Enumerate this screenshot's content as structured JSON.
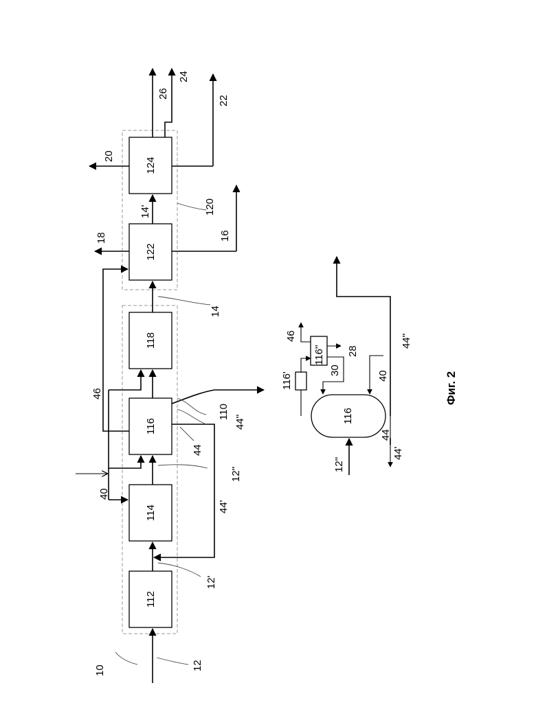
{
  "caption": "Фиг. 2",
  "blocks": {
    "b112": "112",
    "b114": "114",
    "b116": "116",
    "b118": "118",
    "b122": "122",
    "b124": "124",
    "v116": "116",
    "b116p": "116'",
    "b116pp": "116''"
  },
  "labels": {
    "l10": "10",
    "l12": "12",
    "l12p": "12'",
    "l12pp": "12''",
    "l14": "14",
    "l14p": "14'",
    "l16": "16",
    "l18": "18",
    "l20": "20",
    "l22": "22",
    "l24": "24",
    "l26": "26",
    "l40": "40",
    "l44": "44",
    "l44p": "44'",
    "l44pp": "44''",
    "l46": "46",
    "l110": "110",
    "l120": "120"
  },
  "detail_labels": {
    "d46": "46",
    "d28": "28",
    "d30": "30",
    "d40": "40",
    "d44": "44",
    "d44p": "44'",
    "d44pp": "44''",
    "d12pp": "12''"
  }
}
